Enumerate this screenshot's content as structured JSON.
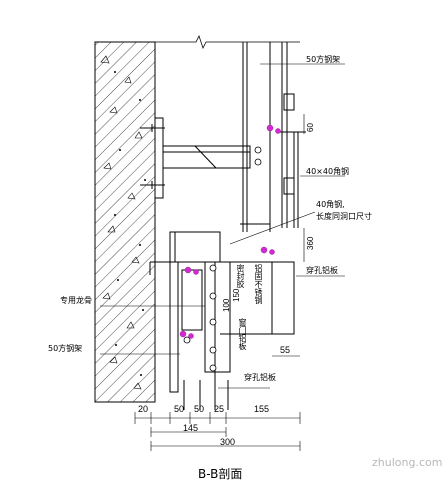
{
  "labels": {
    "steel_50_top": "50方钢架",
    "angle_40x40": "40×40角钢",
    "angle_40_line1": "40角钢,",
    "angle_40_line2": "长度同洞口尺寸",
    "perforated_panel_right": "穿孔铝板",
    "special_keel": "专用龙骨",
    "steel_50_left": "50方钢架",
    "perforated_panel_bottom": "穿孔铝板",
    "sealant": "密封胶",
    "aluminum_vertical_1": "铝固不锈钢",
    "aluminum_vertical_2": "窗门铝板"
  },
  "dimensions": {
    "d_20": "20",
    "d_50a": "50",
    "d_50b": "50",
    "d_25": "25",
    "d_155": "155",
    "d_145": "145",
    "d_300": "300",
    "d_55": "55",
    "d_60": "60",
    "d_360": "360",
    "d_100": "100",
    "d_150": "150"
  },
  "title": "B-B剖面",
  "watermark": "zhulong.com"
}
